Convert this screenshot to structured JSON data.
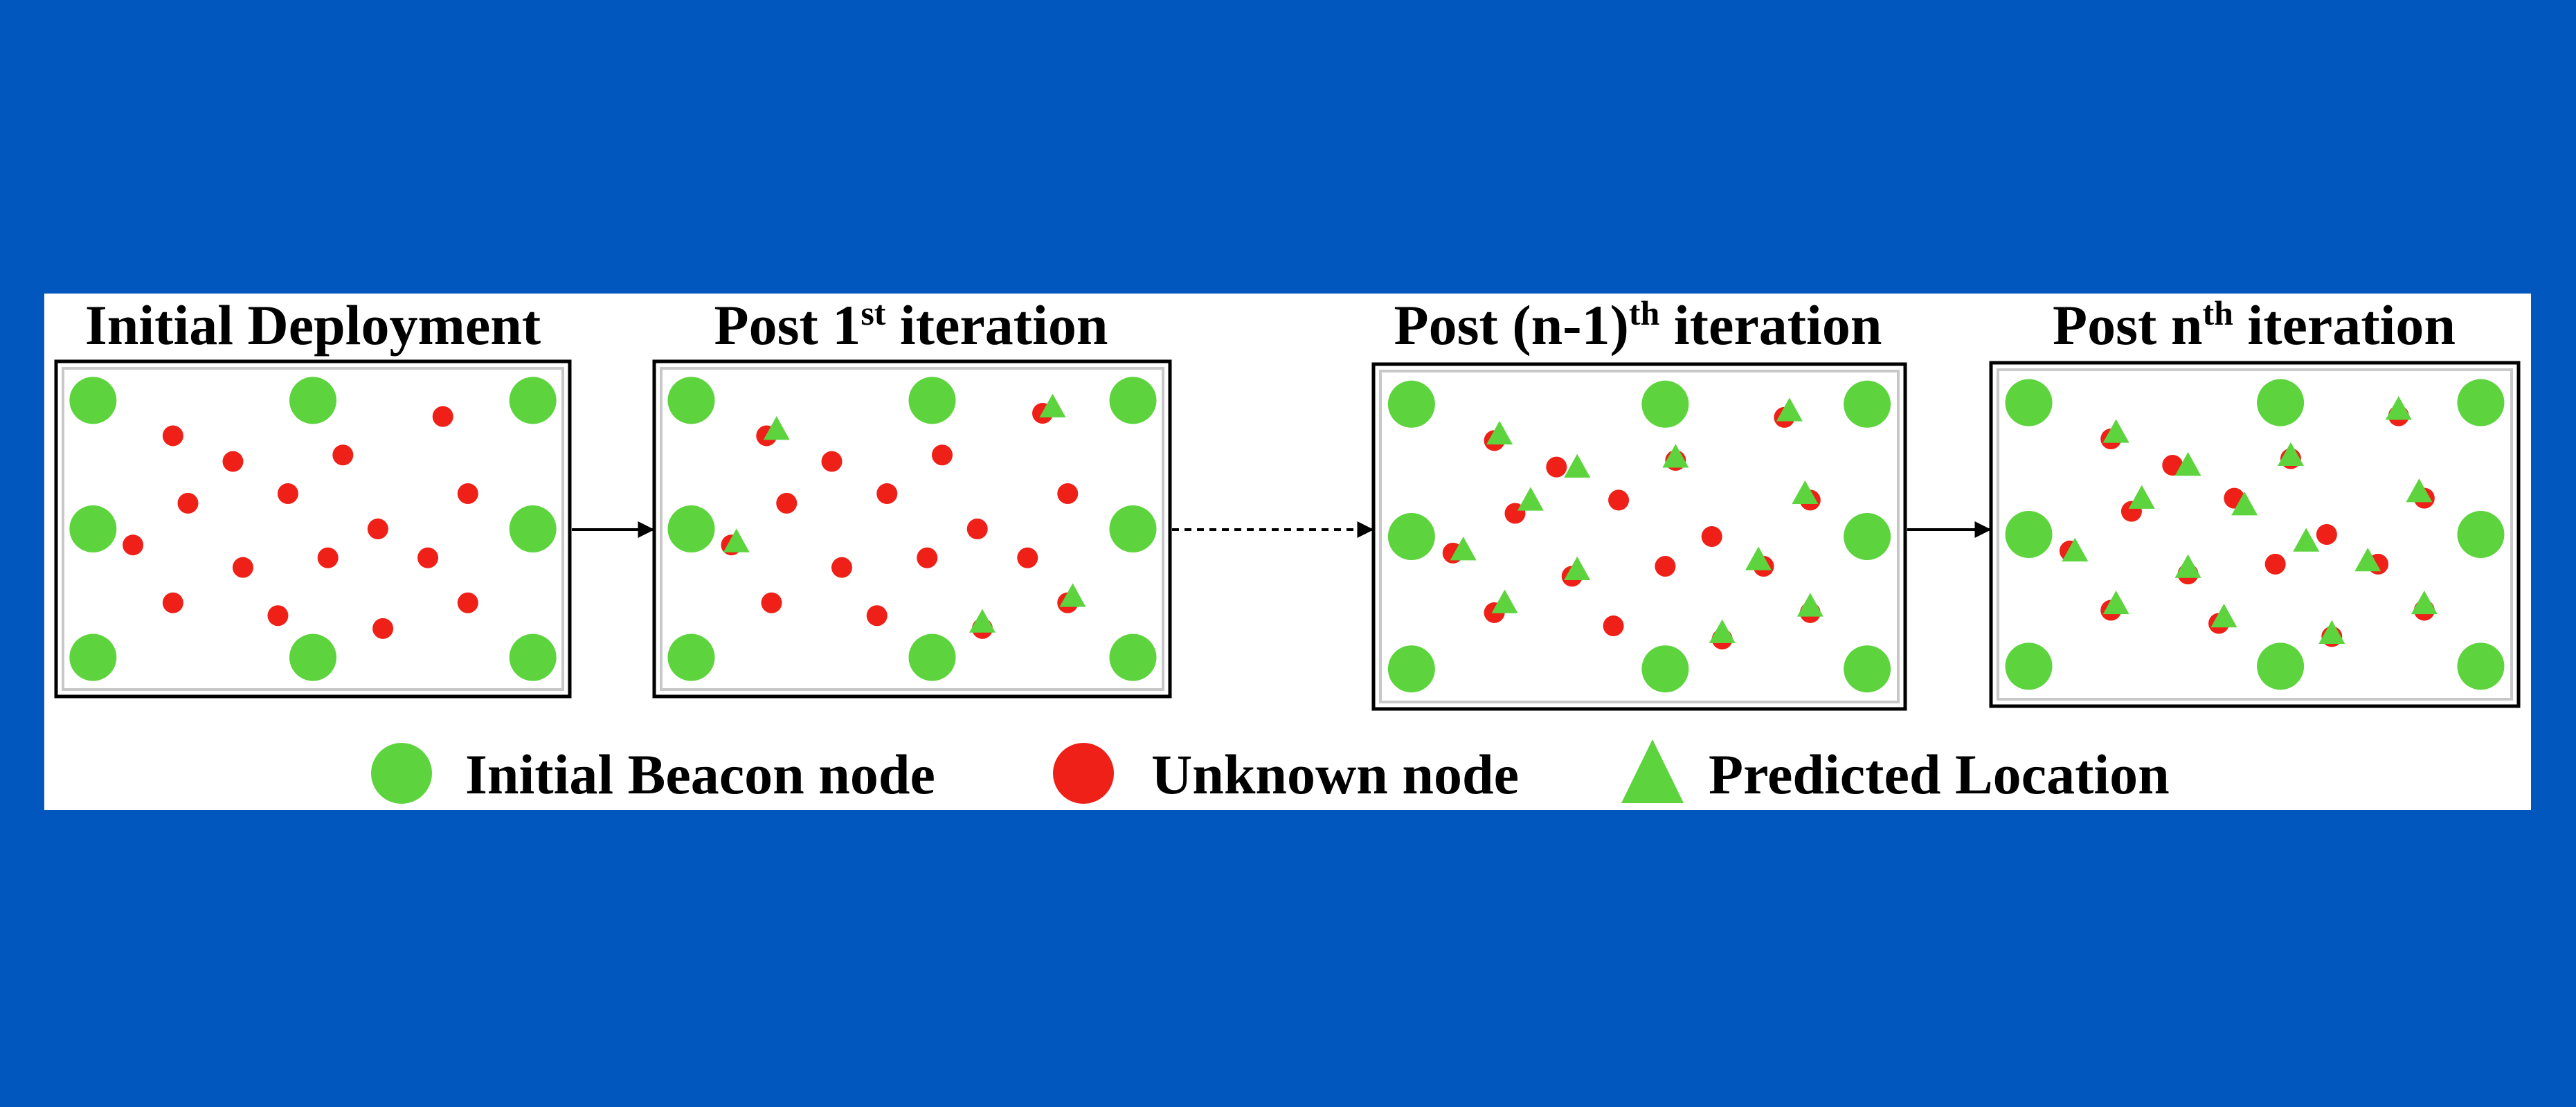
{
  "colors": {
    "background": "#0157BE",
    "figure_bg": "#FFFFFF",
    "beacon": "#5DD43E",
    "unknown": "#EE2017",
    "predicted": "#5DD43E"
  },
  "panels": [
    {
      "title_main": "Initial Deployment",
      "title_sup": "",
      "title_tail": "",
      "beacons": [
        [
          0.06,
          0.1
        ],
        [
          0.5,
          0.1
        ],
        [
          0.94,
          0.1
        ],
        [
          0.06,
          0.5
        ],
        [
          0.94,
          0.5
        ],
        [
          0.06,
          0.9
        ],
        [
          0.5,
          0.9
        ],
        [
          0.94,
          0.9
        ]
      ],
      "unknowns": [
        [
          0.22,
          0.21
        ],
        [
          0.34,
          0.29
        ],
        [
          0.56,
          0.27
        ],
        [
          0.76,
          0.15
        ],
        [
          0.25,
          0.42
        ],
        [
          0.45,
          0.39
        ],
        [
          0.81,
          0.39
        ],
        [
          0.63,
          0.5
        ],
        [
          0.14,
          0.55
        ],
        [
          0.36,
          0.62
        ],
        [
          0.53,
          0.59
        ],
        [
          0.73,
          0.59
        ],
        [
          0.22,
          0.73
        ],
        [
          0.43,
          0.77
        ],
        [
          0.64,
          0.81
        ],
        [
          0.81,
          0.73
        ]
      ],
      "predicted": []
    },
    {
      "title_main": "Post 1",
      "title_sup": "st",
      "title_tail": " iteration",
      "beacons": [
        [
          0.06,
          0.1
        ],
        [
          0.54,
          0.1
        ],
        [
          0.94,
          0.1
        ],
        [
          0.06,
          0.5
        ],
        [
          0.94,
          0.5
        ],
        [
          0.06,
          0.9
        ],
        [
          0.54,
          0.9
        ],
        [
          0.94,
          0.9
        ]
      ],
      "unknowns": [
        [
          0.21,
          0.21
        ],
        [
          0.76,
          0.14
        ],
        [
          0.34,
          0.29
        ],
        [
          0.56,
          0.27
        ],
        [
          0.25,
          0.42
        ],
        [
          0.45,
          0.39
        ],
        [
          0.81,
          0.39
        ],
        [
          0.63,
          0.5
        ],
        [
          0.14,
          0.55
        ],
        [
          0.36,
          0.62
        ],
        [
          0.53,
          0.59
        ],
        [
          0.73,
          0.59
        ],
        [
          0.22,
          0.73
        ],
        [
          0.43,
          0.77
        ],
        [
          0.64,
          0.81
        ],
        [
          0.81,
          0.73
        ]
      ],
      "predicted": [
        [
          0.23,
          0.19
        ],
        [
          0.78,
          0.12
        ],
        [
          0.15,
          0.54
        ],
        [
          0.64,
          0.79
        ],
        [
          0.82,
          0.71
        ]
      ]
    },
    {
      "title_main": "Post (n-1)",
      "title_sup": "th",
      "title_tail": " iteration",
      "beacons": [
        [
          0.06,
          0.1
        ],
        [
          0.55,
          0.1
        ],
        [
          0.94,
          0.1
        ],
        [
          0.06,
          0.5
        ],
        [
          0.94,
          0.5
        ],
        [
          0.06,
          0.9
        ],
        [
          0.55,
          0.9
        ],
        [
          0.94,
          0.9
        ]
      ],
      "unknowns": [
        [
          0.22,
          0.21
        ],
        [
          0.34,
          0.29
        ],
        [
          0.57,
          0.27
        ],
        [
          0.78,
          0.14
        ],
        [
          0.26,
          0.43
        ],
        [
          0.46,
          0.39
        ],
        [
          0.83,
          0.39
        ],
        [
          0.64,
          0.5
        ],
        [
          0.14,
          0.55
        ],
        [
          0.37,
          0.62
        ],
        [
          0.55,
          0.59
        ],
        [
          0.74,
          0.59
        ],
        [
          0.22,
          0.73
        ],
        [
          0.45,
          0.77
        ],
        [
          0.66,
          0.81
        ],
        [
          0.83,
          0.73
        ]
      ],
      "predicted": [
        [
          0.23,
          0.19
        ],
        [
          0.38,
          0.29
        ],
        [
          0.57,
          0.26
        ],
        [
          0.79,
          0.12
        ],
        [
          0.29,
          0.39
        ],
        [
          0.82,
          0.37
        ],
        [
          0.16,
          0.54
        ],
        [
          0.38,
          0.6
        ],
        [
          0.73,
          0.57
        ],
        [
          0.24,
          0.7
        ],
        [
          0.66,
          0.79
        ],
        [
          0.83,
          0.71
        ]
      ]
    },
    {
      "title_main": "Post n",
      "title_sup": "th",
      "title_tail": " iteration",
      "beacons": [
        [
          0.06,
          0.1
        ],
        [
          0.55,
          0.1
        ],
        [
          0.94,
          0.1
        ],
        [
          0.06,
          0.5
        ],
        [
          0.94,
          0.5
        ],
        [
          0.06,
          0.9
        ],
        [
          0.55,
          0.9
        ],
        [
          0.94,
          0.9
        ]
      ],
      "unknowns": [
        [
          0.22,
          0.21
        ],
        [
          0.34,
          0.29
        ],
        [
          0.57,
          0.27
        ],
        [
          0.78,
          0.14
        ],
        [
          0.26,
          0.43
        ],
        [
          0.46,
          0.39
        ],
        [
          0.83,
          0.39
        ],
        [
          0.64,
          0.5
        ],
        [
          0.14,
          0.55
        ],
        [
          0.37,
          0.62
        ],
        [
          0.54,
          0.59
        ],
        [
          0.74,
          0.59
        ],
        [
          0.22,
          0.73
        ],
        [
          0.43,
          0.77
        ],
        [
          0.65,
          0.81
        ],
        [
          0.83,
          0.73
        ]
      ],
      "predicted": [
        [
          0.23,
          0.19
        ],
        [
          0.37,
          0.29
        ],
        [
          0.57,
          0.26
        ],
        [
          0.78,
          0.12
        ],
        [
          0.28,
          0.39
        ],
        [
          0.48,
          0.41
        ],
        [
          0.82,
          0.37
        ],
        [
          0.6,
          0.52
        ],
        [
          0.15,
          0.55
        ],
        [
          0.37,
          0.6
        ],
        [
          0.72,
          0.58
        ],
        [
          0.23,
          0.71
        ],
        [
          0.44,
          0.75
        ],
        [
          0.65,
          0.8
        ],
        [
          0.83,
          0.71
        ]
      ]
    }
  ],
  "legend": {
    "beacon_label": "Initial Beacon node",
    "unknown_label": "Unknown node",
    "predicted_label": "Predicted Location"
  }
}
